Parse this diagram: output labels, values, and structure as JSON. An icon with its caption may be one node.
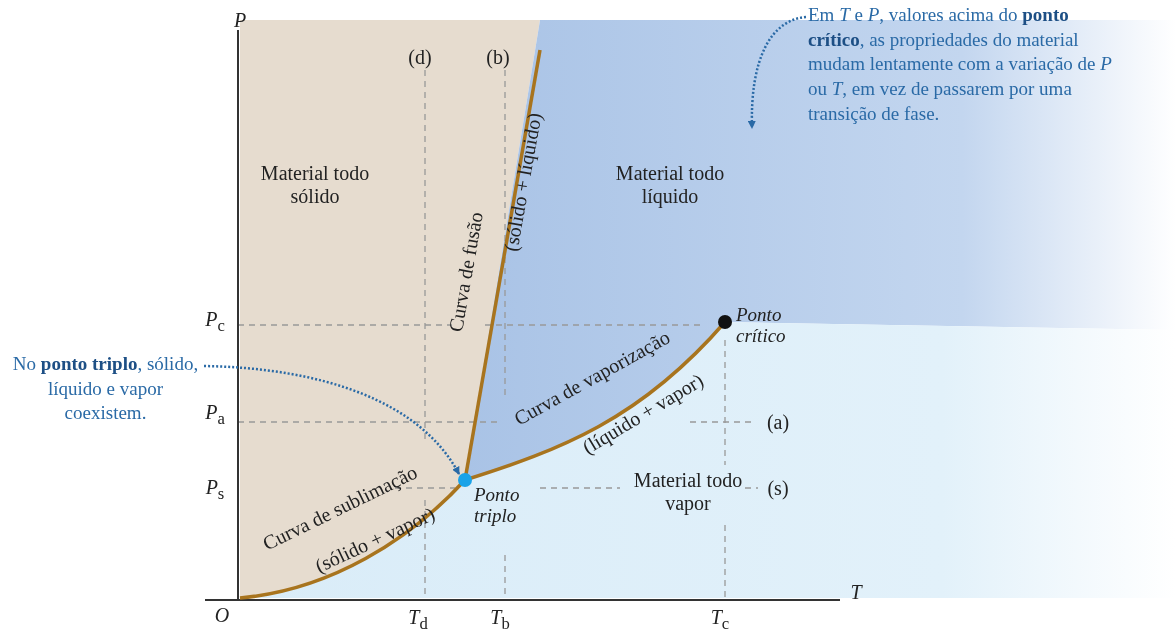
{
  "diagram": {
    "nodes": [
      {
        "text": [
          "No **ponto triplo**, sólido, líquido e vapor coexistem."
        ]
      },
      {
        "text": [],
        "shape": "circle",
        "beside": [
          "Ponto triplo"
        ]
      },
      {
        "text": [
          "Em *T* e *P*, valores acima do **ponto crítico**, as propriedades do material mudam lentamente com a variação de *P* ou *T*, em vez de passarem por uma transição de fase."
        ]
      },
      {
        "text": [],
        "shape": "circle",
        "beside": [
          "Ponto crítico"
        ]
      }
    ],
    "edges": [
      {
        "from": 0,
        "to": 1,
        "arrow": "to",
        "style": "dashed"
      },
      {
        "from": 2,
        "to": null,
        "arrow": "to",
        "style": "dashed"
      }
    ],
    "labels": [
      "*P*",
      "(d)",
      "(b)",
      "Material todo sólido",
      "Material todo líquido",
      "Curva de fusão",
      "(sólido + líquido)",
      "*P*$_{c}$",
      "Curva de vaporização",
      "(líquido + vapor)",
      "*P*$_{a}$",
      "(a)",
      "Curva de sublimação",
      "(sólido + vapor)",
      "Material todo vapor",
      "*P*$_{s}$",
      "(s)",
      "*T*",
      "*O*",
      "*T*$_{d}$",
      "*T*$_{b}$",
      "*T*$_{c}$"
    ]
  }
}
